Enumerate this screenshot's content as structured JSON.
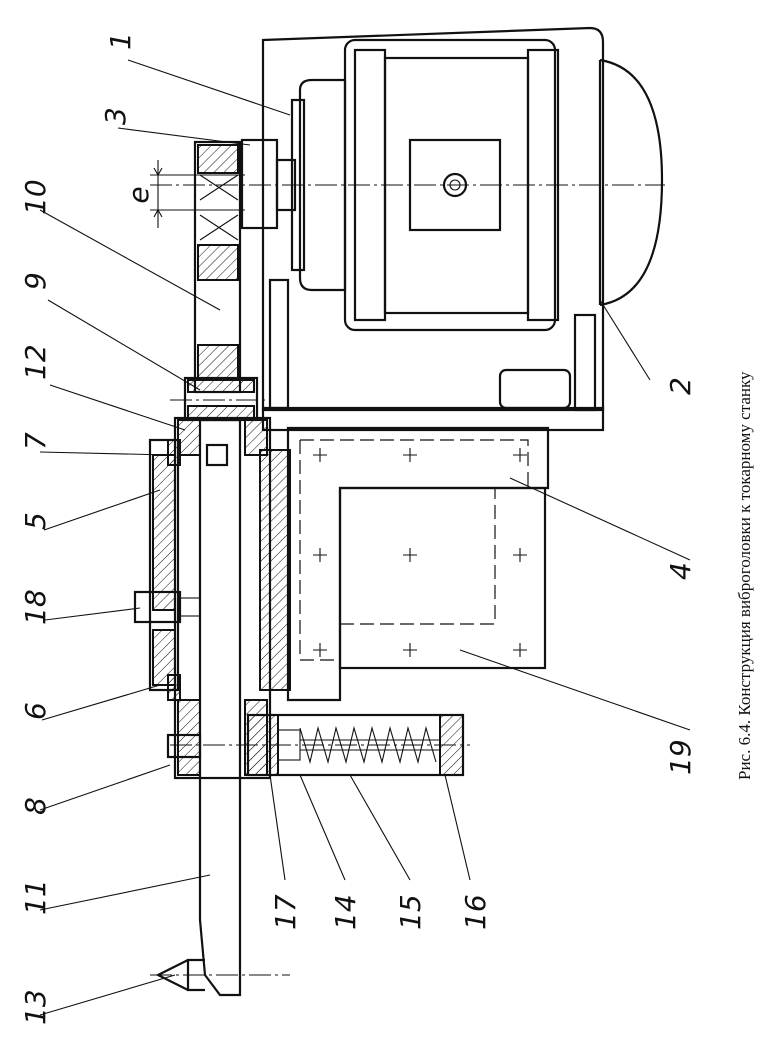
{
  "caption": "Рис. 6.4. Конструкция виброголовки к токарному станку",
  "dimension_label": "e",
  "callouts": [
    "1",
    "2",
    "3",
    "4",
    "5",
    "6",
    "7",
    "8",
    "9",
    "10",
    "11",
    "12",
    "13",
    "14",
    "15",
    "16",
    "17",
    "18",
    "19"
  ]
}
